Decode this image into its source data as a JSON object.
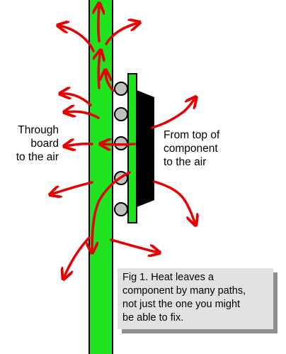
{
  "labels": {
    "through_board": [
      "Through",
      "board",
      "to the air"
    ],
    "from_top": [
      "From top of",
      "component",
      "to the air"
    ]
  },
  "caption": {
    "lines": [
      "Fig 1.  Heat leaves a",
      "component by many paths,",
      "not just the one you might",
      "be able to fix."
    ]
  },
  "colors": {
    "board": "#1ee31e",
    "arrow": "#e80000",
    "package": "#000000",
    "ball": "#c0c0c0",
    "caption_bg": "#e2e2e2",
    "caption_shadow": "#8f8f8f"
  },
  "diagram": {
    "circuit_board": "green vertical board",
    "component_substrate": "green substrate",
    "component_package": "black component package",
    "solder_balls": 5,
    "heat_arrows": "red curved arrows"
  }
}
